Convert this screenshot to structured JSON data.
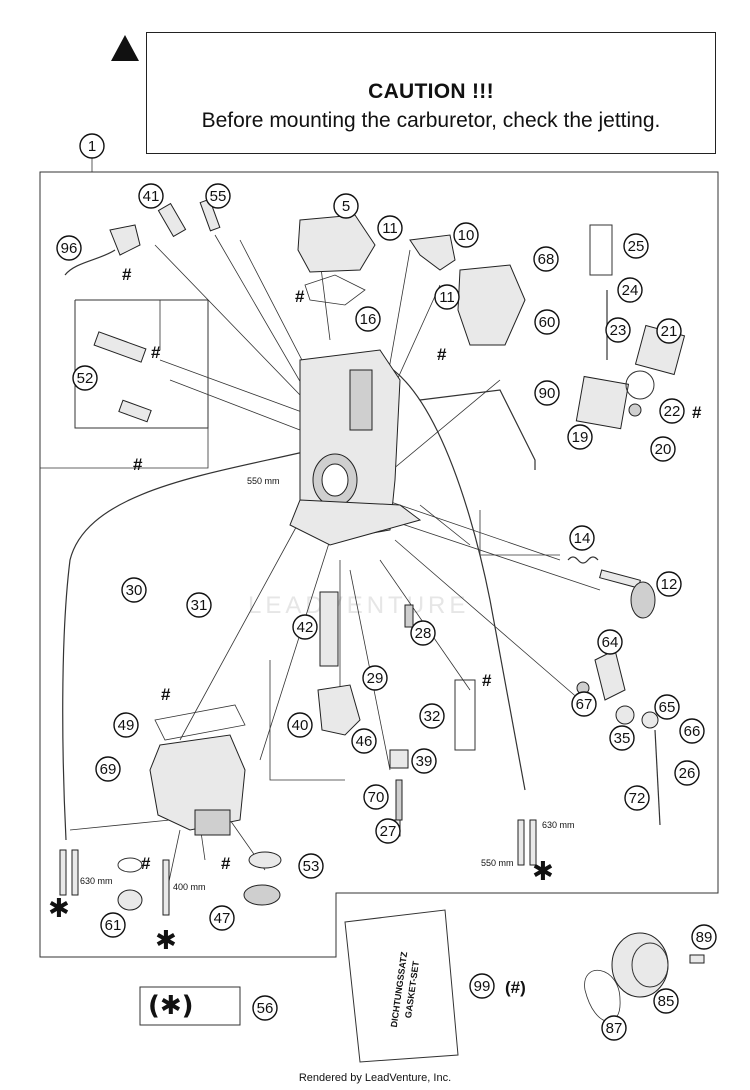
{
  "caution": {
    "title": "CAUTION !!!",
    "text": "Before mounting the carburetor, check the jetting."
  },
  "watermark": "LEADVENTURE",
  "footer": "Rendered by LeadVenture, Inc.",
  "symbols": {
    "hash": "#",
    "star": "✱"
  },
  "dimensions": {
    "d550a": "550 mm",
    "d630a": "630 mm",
    "d400": "400 mm",
    "d630b": "630 mm",
    "d550b": "550 mm"
  },
  "kit": {
    "star_label": "(✱)",
    "gasket_label": "(#)",
    "bag_text_1": "DICHTUNGSSATZ",
    "bag_text_2": "GASKET-SET"
  },
  "callouts": [
    "1",
    "41",
    "55",
    "5",
    "11",
    "10",
    "68",
    "96",
    "25",
    "24",
    "11",
    "60",
    "16",
    "21",
    "23",
    "52",
    "90",
    "22",
    "19",
    "20",
    "14",
    "12",
    "30",
    "31",
    "42",
    "28",
    "64",
    "29",
    "32",
    "67",
    "49",
    "40",
    "65",
    "69",
    "46",
    "39",
    "35",
    "66",
    "70",
    "26",
    "72",
    "27",
    "53",
    "61",
    "47",
    "99",
    "89",
    "56",
    "85",
    "87"
  ]
}
